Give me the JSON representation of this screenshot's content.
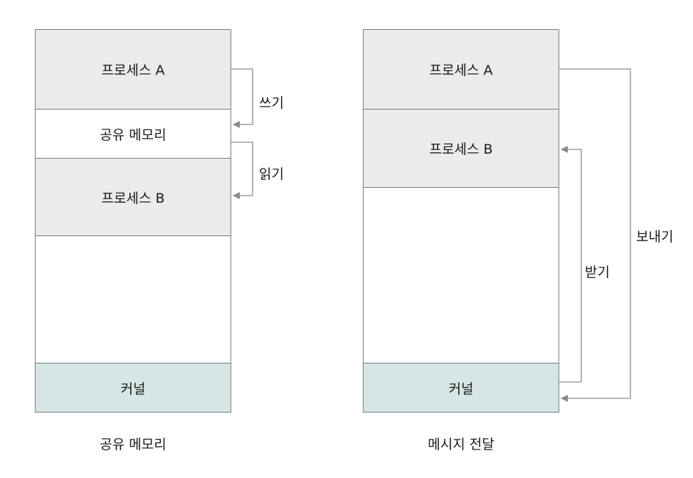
{
  "left_diagram": {
    "caption": "공유 메모리",
    "blocks": {
      "process_a": "프로세스 A",
      "shared_memory": "공유 메모리",
      "process_b": "프로세스 B",
      "empty": "",
      "kernel": "커널"
    },
    "arrows": {
      "write": "쓰기",
      "read": "읽기"
    }
  },
  "right_diagram": {
    "caption": "메시지 전달",
    "blocks": {
      "process_a": "프로세스 A",
      "process_b": "프로세스 B",
      "empty": "",
      "kernel": "커널"
    },
    "arrows": {
      "receive": "받기",
      "send": "보내기"
    }
  },
  "colors": {
    "process_fill": "#ebebeb",
    "kernel_fill": "#d5e6e4",
    "border": "#7a7a7a",
    "arrow": "#8a8a8a"
  }
}
